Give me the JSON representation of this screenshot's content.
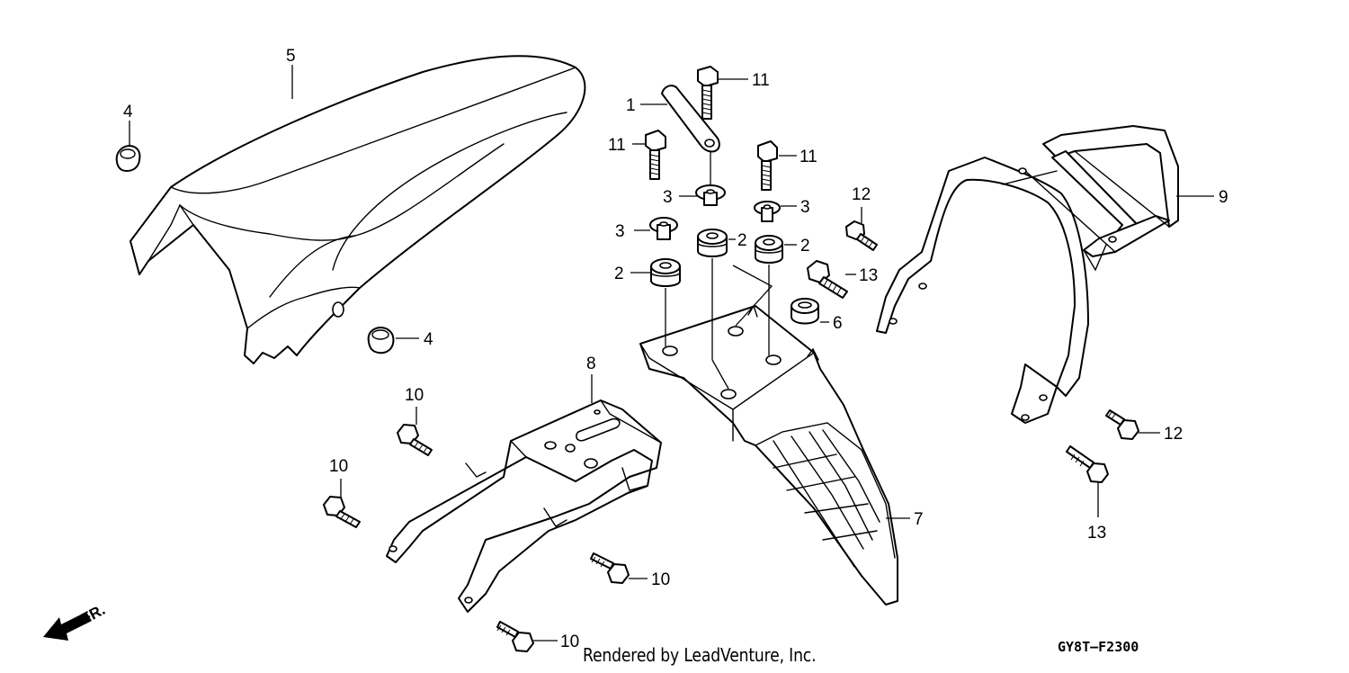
{
  "callouts": {
    "c1": "1",
    "c2a": "2",
    "c2b": "2",
    "c2c": "2",
    "c3a": "3",
    "c3b": "3",
    "c3c": "3",
    "c4a": "4",
    "c4b": "4",
    "c5": "5",
    "c6": "6",
    "c7": "7",
    "c8": "8",
    "c9": "9",
    "c10a": "10",
    "c10b": "10",
    "c10c": "10",
    "c10d": "10",
    "c11a": "11",
    "c11b": "11",
    "c11c": "11",
    "c12a": "12",
    "c12b": "12",
    "c13a": "13",
    "c13b": "13"
  },
  "direction_label": "FR.",
  "credit": "Rendered by LeadVenture, Inc.",
  "diagram_code": "GY8T–F2300"
}
